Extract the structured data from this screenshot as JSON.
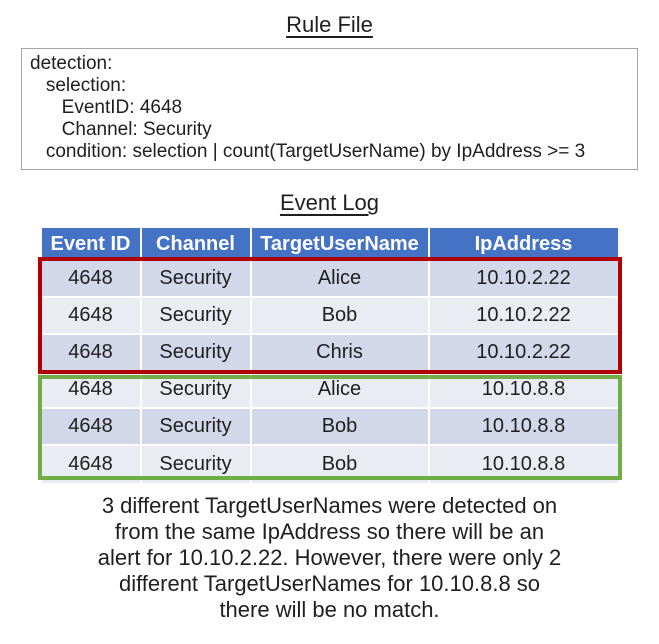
{
  "rule_file": {
    "title": "Rule File",
    "lines": [
      "detection:",
      "   selection:",
      "      EventID: 4648",
      "      Channel: Security",
      "   condition: selection | count(TargetUserName) by IpAddress >= 3"
    ]
  },
  "event_log": {
    "title": "Event Log",
    "headers": [
      "Event ID",
      "Channel",
      "TargetUserName",
      "IpAddress"
    ],
    "rows": [
      [
        "4648",
        "Security",
        "Alice",
        "10.10.2.22"
      ],
      [
        "4648",
        "Security",
        "Bob",
        "10.10.2.22"
      ],
      [
        "4648",
        "Security",
        "Chris",
        "10.10.2.22"
      ],
      [
        "4648",
        "Security",
        "Alice",
        "10.10.8.8"
      ],
      [
        "4648",
        "Security",
        "Bob",
        "10.10.8.8"
      ],
      [
        "4648",
        "Security",
        "Bob",
        "10.10.8.8"
      ]
    ],
    "highlights": {
      "alert_group": {
        "rows": "1-3",
        "ip": "10.10.2.22",
        "border_color": "#B00000"
      },
      "no_match_group": {
        "rows": "4-6",
        "ip": "10.10.8.8",
        "border_color": "#70AD47"
      }
    }
  },
  "caption": {
    "lines": [
      "3 different TargetUserNames were detected on",
      "from the same IpAddress so there will be an",
      "alert for 10.10.2.22. However, there were only 2",
      "different TargetUserNames for 10.10.8.8 so",
      "there will be no match."
    ]
  },
  "colors": {
    "header_bg": "#4472C4",
    "header_text": "#FFFFFF",
    "row_band_dark": "#D2D7E9",
    "row_band_light": "#EAECF4",
    "alert_border": "#B00000",
    "no_match_border": "#70AD47",
    "rule_box_border": "#A6A6A6"
  }
}
